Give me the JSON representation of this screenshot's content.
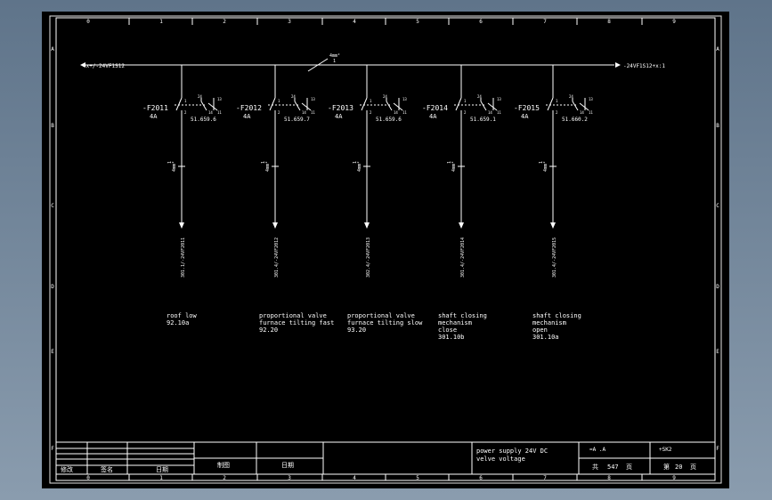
{
  "colors": {
    "viewport_bg": "#6b7f94",
    "sheet_bg": "#000000",
    "line": "#ffffff"
  },
  "grid": {
    "columns": [
      "0",
      "1",
      "2",
      "3",
      "4",
      "5",
      "6",
      "7",
      "8",
      "9"
    ],
    "rows": [
      "A",
      "B",
      "C",
      "D",
      "E",
      "F"
    ]
  },
  "bus": {
    "left_label": "=x+/-24VF1S12",
    "right_label": "-24VF1S12+x:1",
    "mid_tag_top": "4mm²",
    "mid_tag_bottom": "1"
  },
  "branches": [
    {
      "id": "-F2011",
      "rating": "4A",
      "aux": "51.659.6",
      "cable_tag": "4mm²",
      "cable_tag2": "1",
      "target": "301.1/-24VF2011",
      "desc": [
        "roof low",
        "92.10a"
      ]
    },
    {
      "id": "-F2012",
      "rating": "4A",
      "aux": "51.659.7",
      "cable_tag": "4mm²",
      "cable_tag2": "1",
      "target": "301.4/-24VF2012",
      "desc": [
        "proportional valve",
        "furnace tilting fast",
        "92.20"
      ]
    },
    {
      "id": "-F2013",
      "rating": "4A",
      "aux": "51.659.6",
      "cable_tag": "4mm²",
      "cable_tag2": "1",
      "target": "302.4/-24VF2013",
      "desc": [
        "proportional valve",
        "furnace tilting slow",
        "93.20"
      ]
    },
    {
      "id": "-F2014",
      "rating": "4A",
      "aux": "51.659.1",
      "cable_tag": "4mm²",
      "cable_tag2": "1",
      "target": "301.4/-24VF2014",
      "desc": [
        "shaft closing",
        "mechanism",
        "close",
        "301.10b"
      ]
    },
    {
      "id": "-F2015",
      "rating": "4A",
      "aux": "51.660.2",
      "cable_tag": "4mm²",
      "cable_tag2": "1",
      "target": "301.4/-24VF2015",
      "desc": [
        "shaft closing",
        "mechanism",
        "open",
        "301.10a"
      ]
    }
  ],
  "contact_labels": {
    "t1": "1",
    "t2": "2",
    "t3": "3",
    "a1": "24",
    "a2": "13",
    "a3": "14",
    "a4": "11"
  },
  "title_block": {
    "rev_headers": [
      "修改",
      "签名",
      "日期"
    ],
    "drawn_label": "制图",
    "date_label": "日期",
    "description": [
      "power supply 24V DC",
      "velve voltage"
    ],
    "designation": "=A  .A",
    "location": "+SK2",
    "total_label": "共",
    "total_value": "547",
    "total_unit": "页",
    "sheet_label": "第",
    "sheet_value": "20",
    "sheet_unit": "页"
  }
}
